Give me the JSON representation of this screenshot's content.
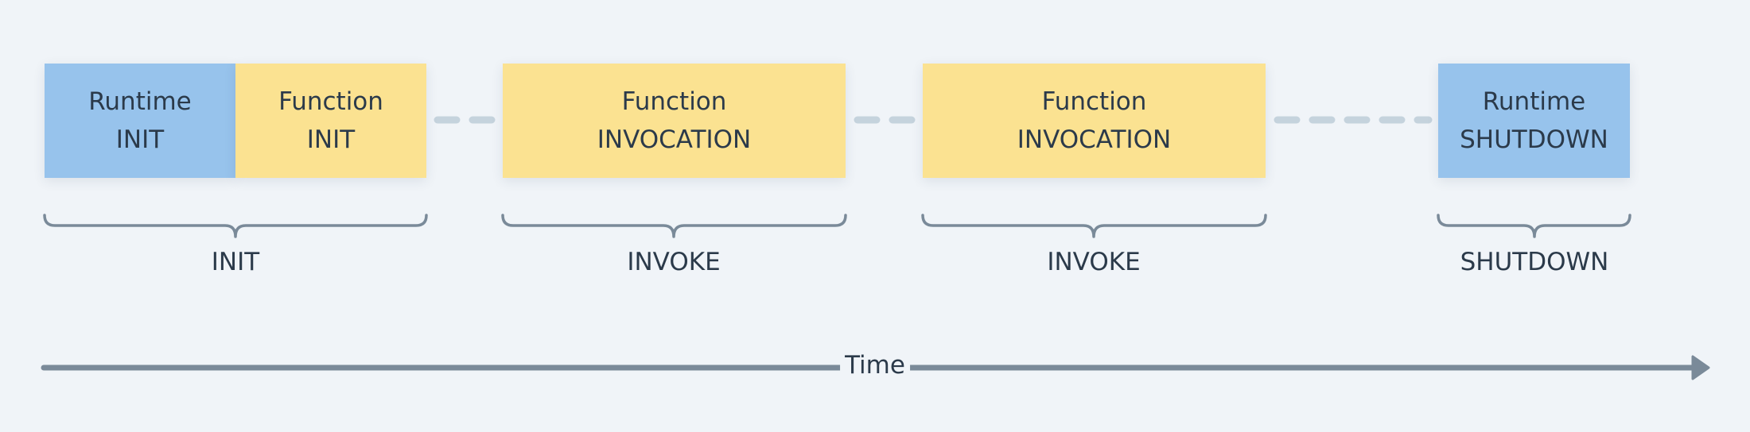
{
  "colors": {
    "background": "#f0f4f8",
    "runtime_box": "#97c3ec",
    "function_box": "#fbe291",
    "bracket": "#7a8a99",
    "dash": "#c5d3dd",
    "text": "#2b3a4a"
  },
  "boxes": [
    {
      "line1": "Runtime",
      "line2": "INIT"
    },
    {
      "line1": "Function",
      "line2": "INIT"
    },
    {
      "line1": "Function",
      "line2": "INVOCATION"
    },
    {
      "line1": "Function",
      "line2": "INVOCATION"
    },
    {
      "line1": "Runtime",
      "line2": "SHUTDOWN"
    }
  ],
  "phases": [
    "INIT",
    "INVOKE",
    "INVOKE",
    "SHUTDOWN"
  ],
  "axis": {
    "label": "Time"
  }
}
